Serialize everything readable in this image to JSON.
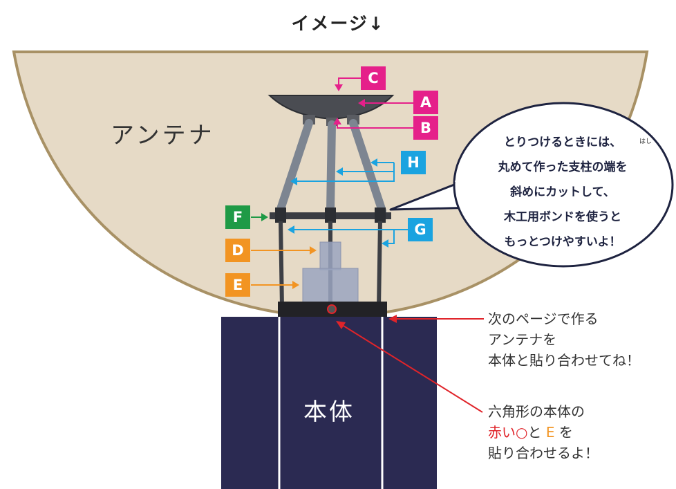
{
  "title": "イメージ↓",
  "labels": {
    "antenna": "アンテナ",
    "body": "本体"
  },
  "tags": {
    "A": {
      "text": "A",
      "color": "#e5208a"
    },
    "B": {
      "text": "B",
      "color": "#e5208a"
    },
    "C": {
      "text": "C",
      "color": "#e5208a"
    },
    "D": {
      "text": "D",
      "color": "#f29422"
    },
    "E": {
      "text": "E",
      "color": "#f29422"
    },
    "F": {
      "text": "F",
      "color": "#1f9a46"
    },
    "G": {
      "text": "G",
      "color": "#1aa3e0"
    },
    "H": {
      "text": "H",
      "color": "#1aa3e0"
    }
  },
  "bubble": {
    "lines": [
      "とりつけるときには、",
      "丸めて作った支柱の端を",
      "斜めにカットして、",
      "木工用ボンドを使うと",
      "もっとつけやすいよ！"
    ],
    "ruby": "はし"
  },
  "notes": {
    "top": [
      "次のページで作る",
      "アンテナを",
      "本体と貼り合わせてね！"
    ],
    "bottom_line1": "六角形の本体の",
    "bottom_red": "赤い○",
    "bottom_and": "と",
    "bottom_e": "E",
    "bottom_wo": "を",
    "bottom_line3": "貼り合わせるよ！"
  },
  "colors": {
    "antenna_fill": "#e6dac6",
    "antenna_border": "#a89165",
    "body_fill": "#2b2a52",
    "magenta": "#e5208a",
    "orange": "#f29422",
    "green": "#1f9a46",
    "blue": "#1aa3e0",
    "red": "#e0242a"
  }
}
